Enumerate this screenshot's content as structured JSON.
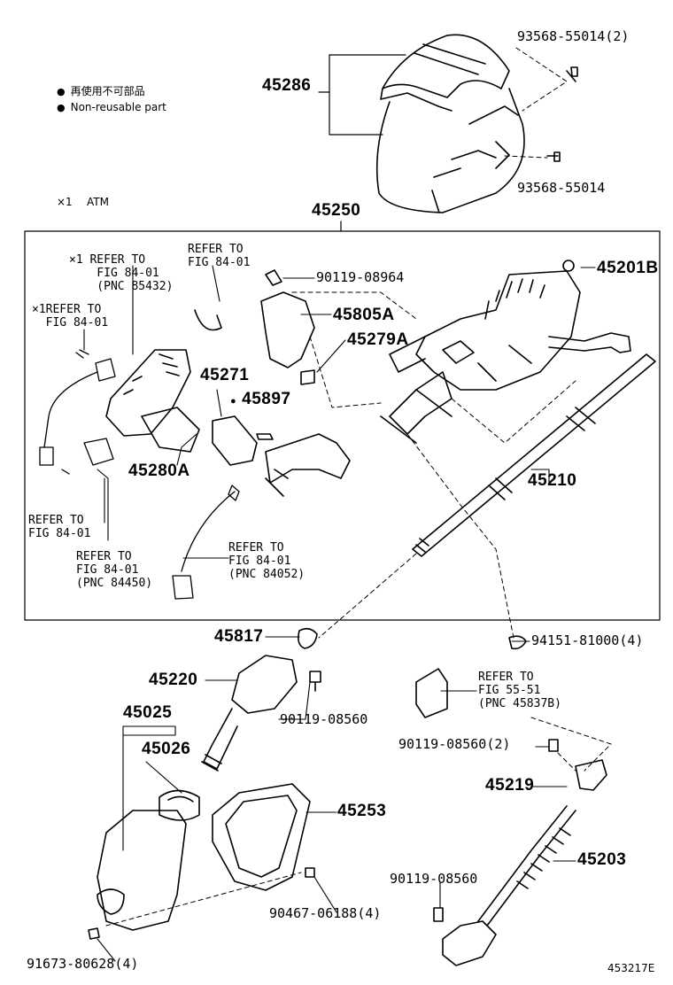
{
  "legend": {
    "ja": "再使用不可部品",
    "en": "Non-reusable part",
    "note_mark": "×1",
    "note_text": "ATM"
  },
  "parts": {
    "p45286": "45286",
    "p93568_55014_2": "93568-55014(2)",
    "p93568_55014": "93568-55014",
    "p45250": "45250",
    "p90119_08964": "90119-08964",
    "p45201B": "45201B",
    "p45805A": "45805A",
    "p45279A": "45279A",
    "p45271": "45271",
    "p45897": "45897",
    "p45280A": "45280A",
    "p45210": "45210",
    "p45817": "45817",
    "p94151_81000_4": "94151-81000(4)",
    "p45220": "45220",
    "p90119_08560_a": "90119-08560",
    "p45025": "45025",
    "p45026": "45026",
    "p45253": "45253",
    "p90119_08560_2": "90119-08560(2)",
    "p45219": "45219",
    "p45203": "45203",
    "p90119_08560_b": "90119-08560",
    "p90467_06188_4": "90467-06188(4)",
    "p91673_80628_4": "91673-80628(4)"
  },
  "refs": {
    "r1": "×1 REFER TO\n    FIG 84-01\n    (PNC 85432)",
    "r2": "×1REFER TO\n  FIG 84-01",
    "r3": "REFER TO\nFIG 84-01",
    "r4": "REFER TO\nFIG 84-01",
    "r5": "REFER TO\nFIG 84-01\n(PNC 84450)",
    "r6": "REFER TO\nFIG 84-01\n(PNC 84052)",
    "r7": "REFER TO\nFIG 55-51\n(PNC 45837B)"
  },
  "diagram_id": "453217E"
}
